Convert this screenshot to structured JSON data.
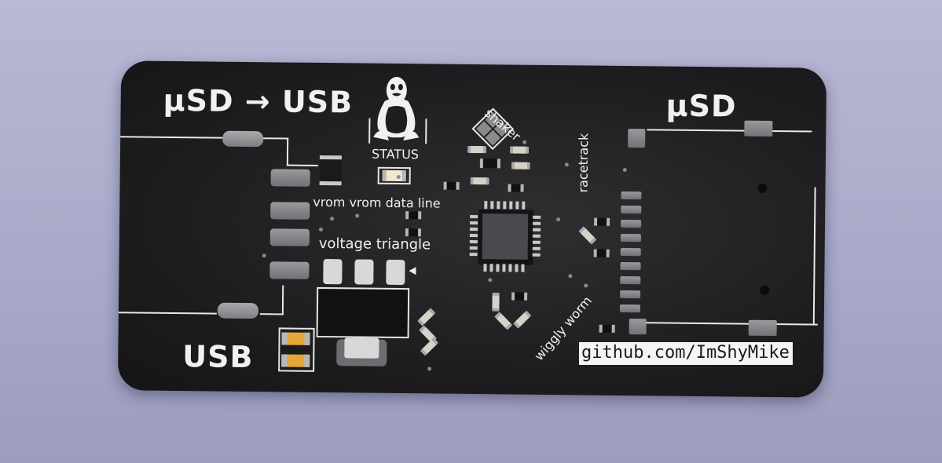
{
  "board": {
    "title_top_left": "μSD → USB",
    "title_top_right": "μSD",
    "label_usb": "USB",
    "label_status": "STATUS",
    "label_vrom_data_line": "vrom vrom data line",
    "label_voltage_triangle": "voltage triangle",
    "label_shaker": "shaker",
    "label_racetrack": "racetrack",
    "label_wiggly_worm": "wiggly worm",
    "github": "github.com/ImShyMike"
  },
  "icons": {
    "mascot": "tux-penguin-icon",
    "shaker": "shaker-grid-icon",
    "triangle": "triangle-marker-icon"
  },
  "colors": {
    "pcb": "#1e1e20",
    "silkscreen": "#f1f1f1",
    "pad": "#a9a9ab",
    "background": "#b0b0cf"
  }
}
